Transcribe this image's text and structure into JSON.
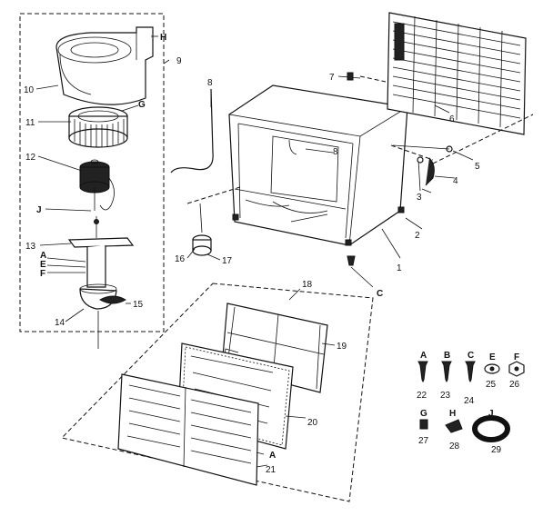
{
  "callouts": {
    "c1": "1",
    "c2": "2",
    "c3": "3",
    "c4": "4",
    "c5": "5",
    "c6": "6",
    "c7": "7",
    "c8a": "8",
    "c8b": "8",
    "c9": "9",
    "c10": "10",
    "c11": "11",
    "c12": "12",
    "c13": "13",
    "c14": "14",
    "c15": "15",
    "c16": "16",
    "c17": "17",
    "c18": "18",
    "c19": "19",
    "c20": "20",
    "c21": "21",
    "c22": "22",
    "c23": "23",
    "c24": "24",
    "c25": "25",
    "c26": "26",
    "c27": "27",
    "c28": "28",
    "c29": "29"
  },
  "letters": {
    "H_top": "H",
    "G_top": "G",
    "J_left": "J",
    "A_left": "A",
    "E_left": "E",
    "F_left": "F",
    "C_bottom": "C",
    "A_panel": "A",
    "A_hw": "A",
    "B_hw": "B",
    "C_hw": "C",
    "E_hw": "E",
    "F_hw": "F",
    "G_hw": "G",
    "H_hw": "H",
    "J_hw": "J"
  }
}
